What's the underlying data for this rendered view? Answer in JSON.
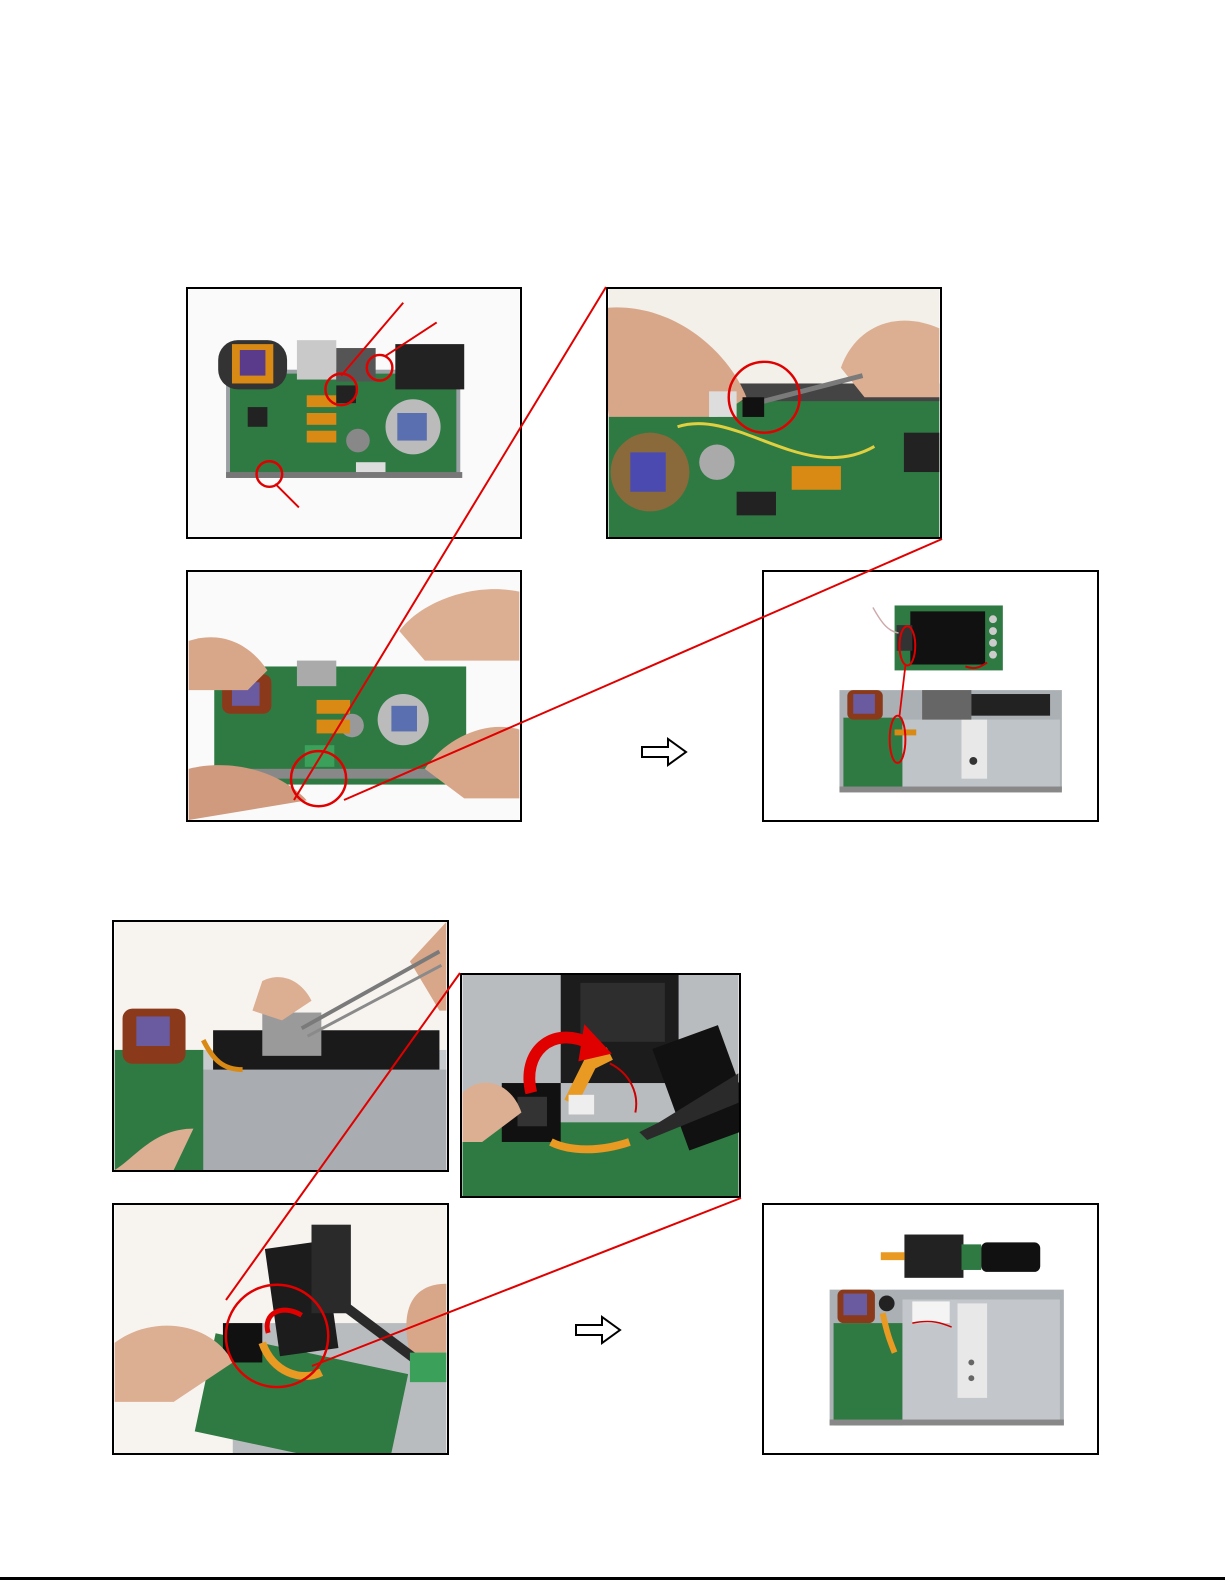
{
  "page": {
    "background": "#ffffff",
    "accent_red": "#e00000",
    "frame_color": "#000000"
  },
  "photos": [
    {
      "id": "photo-1",
      "name": "camera-board-overview-photo",
      "subject": "top-view-circuit-board"
    },
    {
      "id": "photo-2",
      "name": "tweezers-connector-closeup-photo",
      "subject": "closeup-tweezers-connector"
    },
    {
      "id": "photo-3",
      "name": "hands-lift-board-photo",
      "subject": "hands-lifting-board"
    },
    {
      "id": "photo-4",
      "name": "lcd-board-removed-photo",
      "subject": "lcd-module-separated"
    },
    {
      "id": "photo-5",
      "name": "tweezers-lens-unit-photo",
      "subject": "tweezers-lens-unit"
    },
    {
      "id": "photo-6",
      "name": "flex-cable-closeup-photo",
      "subject": "flex-cable-closeup"
    },
    {
      "id": "photo-7",
      "name": "hands-lens-unit-photo",
      "subject": "hands-lens-unit"
    },
    {
      "id": "photo-8",
      "name": "lens-unit-removed-photo",
      "subject": "lens-unit-separated"
    }
  ],
  "arrows": [
    {
      "name": "step-arrow-1-icon",
      "icon": "right-outline-arrow"
    },
    {
      "name": "step-arrow-2-icon",
      "icon": "right-outline-arrow"
    }
  ]
}
